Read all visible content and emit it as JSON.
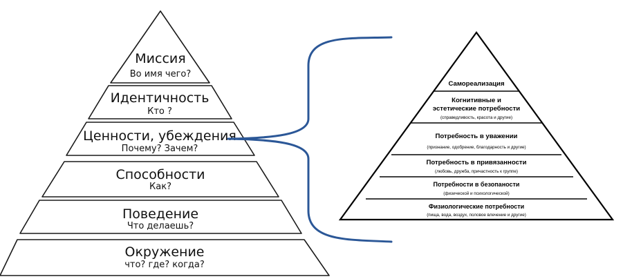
{
  "dilts_pyramid": {
    "levels": [
      {
        "title": "Миссия",
        "subtitle": "Во имя чего?"
      },
      {
        "title": "Идентичность",
        "subtitle": "Кто ?"
      },
      {
        "title": "Ценности, убеждения",
        "subtitle": "Почему? Зачем?"
      },
      {
        "title": "Способности",
        "subtitle": "Как?"
      },
      {
        "title": "Поведение",
        "subtitle": "Что делаешь?"
      },
      {
        "title": "Окружение",
        "subtitle": "что? где? когда?"
      }
    ]
  },
  "maslow_pyramid": {
    "levels": [
      {
        "title": "Самореализация"
      },
      {
        "title_line1": "Когнитивные и",
        "title_line2": "эстетические потребности",
        "subtitle": "(справедливость, красота и другие)"
      },
      {
        "title": "Потребность в уважении",
        "subtitle": "(признание, одобрение, благодарность и другие)"
      },
      {
        "title": "Потребность в привязанности",
        "subtitle": "(любовь, дружба, причастность к группе)"
      },
      {
        "title": "Потребности в безопаности",
        "subtitle": "(физической и психологической)"
      },
      {
        "title": "Физиологические потребности",
        "subtitle": "(пища, вода, воздух, половое влечение и другие)"
      }
    ]
  },
  "colors": {
    "stroke": "#1a1a1a",
    "connector": "#2b5797",
    "fill": "#ffffff"
  }
}
